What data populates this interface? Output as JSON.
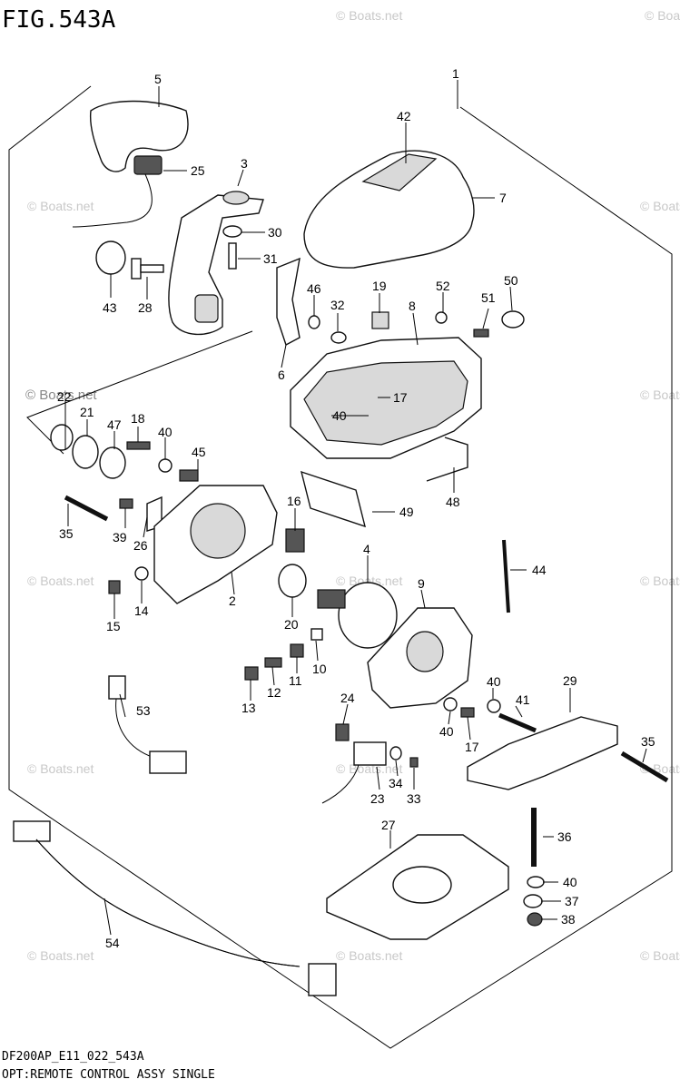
{
  "title": "FIG.543A",
  "footer": {
    "code": "DF200AP_E11_022_543A",
    "caption": "OPT:REMOTE CONTROL ASSY SINGLE"
  },
  "watermark": "© Boats.net",
  "callouts": [
    "1",
    "2",
    "3",
    "4",
    "5",
    "6",
    "7",
    "8",
    "9",
    "10",
    "11",
    "12",
    "13",
    "14",
    "15",
    "16",
    "17",
    "17",
    "18",
    "19",
    "20",
    "21",
    "22",
    "23",
    "24",
    "25",
    "26",
    "27",
    "28",
    "29",
    "30",
    "31",
    "32",
    "33",
    "34",
    "35",
    "35",
    "36",
    "37",
    "38",
    "39",
    "40",
    "40",
    "40",
    "40",
    "40",
    "41",
    "42",
    "43",
    "44",
    "45",
    "46",
    "47",
    "48",
    "49",
    "50",
    "51",
    "52",
    "53",
    "54"
  ]
}
